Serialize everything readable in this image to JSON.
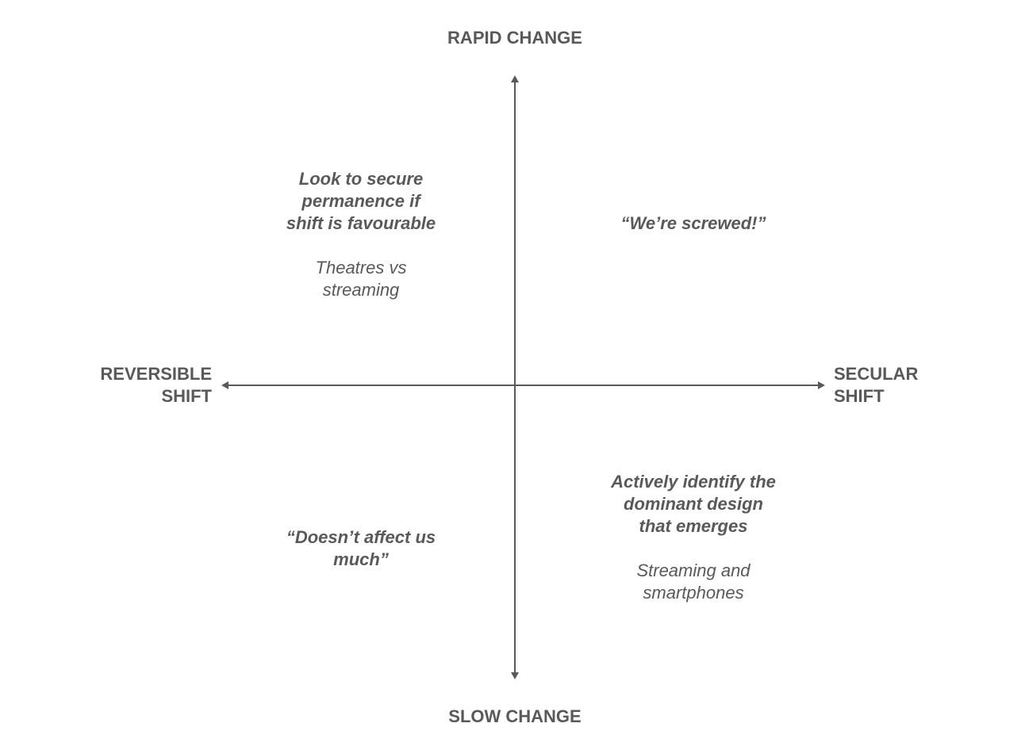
{
  "axes": {
    "top": "RAPID CHANGE",
    "bottom": "SLOW CHANGE",
    "left": "REVERSIBLE\nSHIFT",
    "right": "SECULAR\nSHIFT"
  },
  "quadrants": {
    "top_left": {
      "strategy": "Look to secure\npermanence if\nshift is favourable",
      "example": "Theatres vs\nstreaming"
    },
    "top_right": {
      "strategy": "“We’re screwed!”"
    },
    "bottom_left": {
      "strategy": "“Doesn’t affect us\nmuch”"
    },
    "bottom_right": {
      "strategy": "Actively identify the\ndominant design\nthat emerges",
      "example": "Streaming and\nsmartphones"
    }
  },
  "colors": {
    "text": "#595959",
    "axis_line": "#595959",
    "background": "#ffffff"
  }
}
